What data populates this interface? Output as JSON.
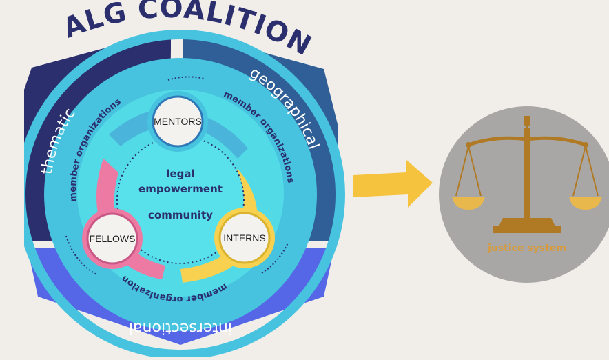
{
  "diagram": {
    "title": "ALG COALITION",
    "outer_segments": {
      "left": "thematic",
      "right": "geographical",
      "bottom": "intersectional"
    },
    "ring_labels": {
      "left": "member organizations",
      "right": "member organizations",
      "bottom": "member organizations"
    },
    "center": {
      "line1": "legal",
      "line2": "empowerment",
      "line3": "community"
    },
    "roles": {
      "top": "MENTORS",
      "left": "FELLOWS",
      "right": "INTERNS"
    },
    "arrow_icon": "right-arrow-icon",
    "destination": {
      "icon": "scales-of-justice-icon",
      "label": "justice system"
    },
    "colors": {
      "background": "#f1eeea",
      "navy": "#2b2f6e",
      "steel_blue": "#2f5f96",
      "royal_blue": "#5567e6",
      "teal": "#47c3df",
      "light_cyan": "#52dbe6",
      "pink": "#ec7aa3",
      "yellow": "#f7d14f",
      "arrow": "#f6c33f",
      "justice_bg": "#a9a7a5",
      "gold": "#b07a25",
      "pan_gold": "#e9b84c"
    }
  }
}
